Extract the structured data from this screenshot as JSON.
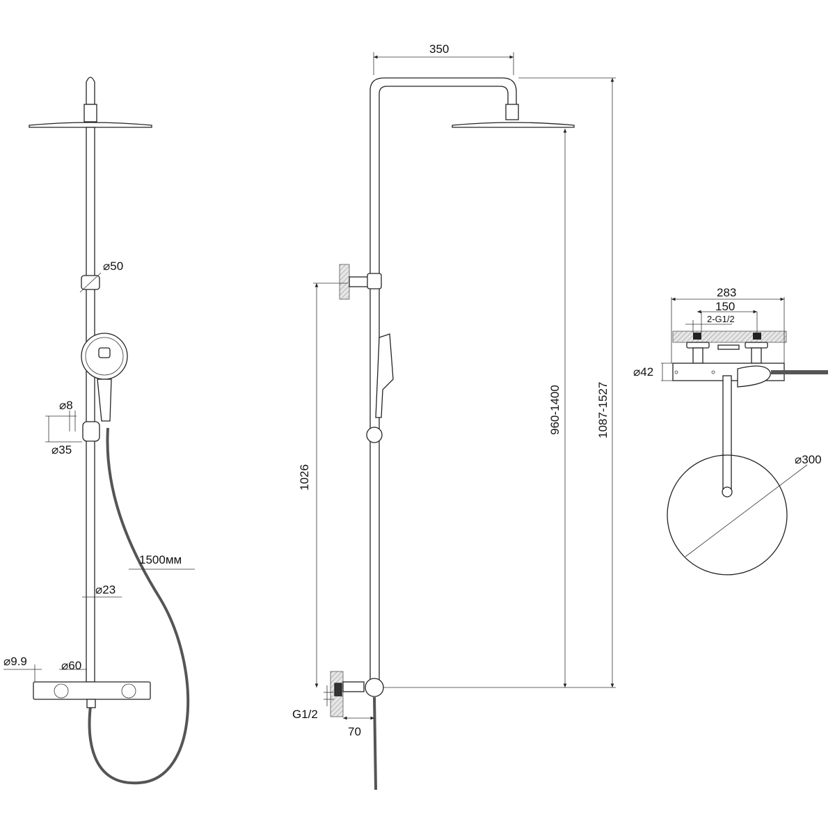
{
  "drawing": {
    "front_view": {
      "labels": {
        "bracket_diameter": "⌀50",
        "pin_diameter": "⌀8",
        "slider_diameter": "⌀35",
        "hose_length": "1500мм",
        "rail_diameter": "⌀23",
        "outlet_diameter": "⌀9.9",
        "handle_diameter": "⌀60"
      }
    },
    "side_view": {
      "labels": {
        "arm_reach": "350",
        "bracket_height": "1026",
        "inlet_thread": "G1/2",
        "wall_offset": "70",
        "head_height_range": "960-1400",
        "total_height_range": "1087-1527"
      }
    },
    "top_view": {
      "labels": {
        "overall_width": "283",
        "inlet_spacing": "150",
        "inlets": "2-G1/2",
        "body_diameter": "⌀42",
        "head_diameter": "⌀300"
      }
    }
  }
}
